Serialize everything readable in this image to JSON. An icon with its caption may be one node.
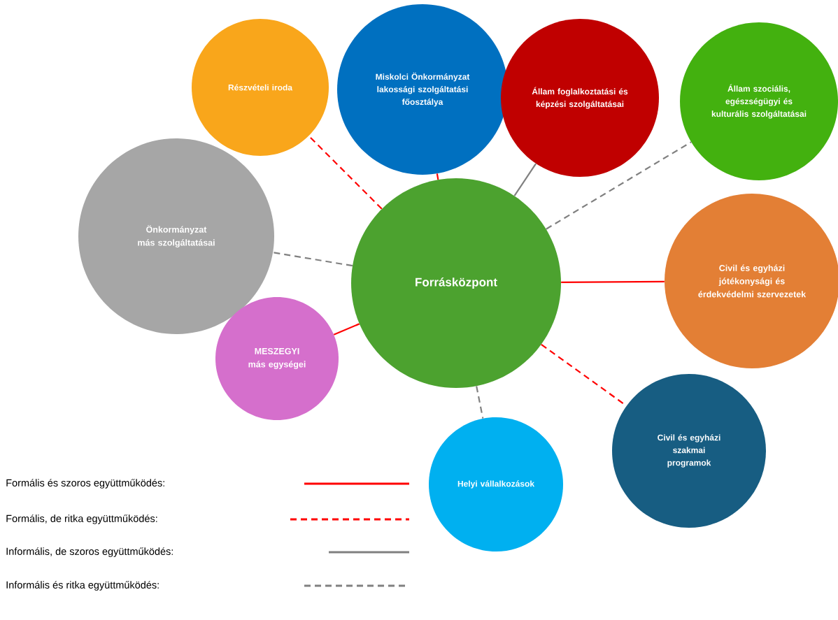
{
  "diagram": {
    "nodes": [
      {
        "text": [
          "Forrásközpont"
        ]
      },
      {
        "text": [
          "Részvételi iroda"
        ]
      },
      {
        "text": [
          "Miskolci Önkormányzat lakossági szolgáltatási főosztálya"
        ]
      },
      {
        "text": [
          "Állam foglalkoztatási és képzési szolgáltatásai"
        ]
      },
      {
        "text": [
          "Állam szociális, egészségügyi és kulturális szolgáltatásai"
        ]
      },
      {
        "text": [
          "Önkormányzat más szolgáltatásai"
        ]
      },
      {
        "text": [
          "Civil és egyházi jótékonysági és érdekvédelmi szervezetek"
        ]
      },
      {
        "text": [
          "MESZEGYI más egységei"
        ]
      },
      {
        "text": [
          "Civil és egyházi szakmai programok"
        ]
      },
      {
        "text": [
          "Helyi vállalkozások"
        ]
      }
    ],
    "edges": [
      {
        "from": 0,
        "to": 1,
        "arrow": "none",
        "style": "dashed"
      },
      {
        "from": 0,
        "to": 2,
        "arrow": "none"
      },
      {
        "from": 0,
        "to": 3,
        "arrow": "none",
        "color": "#808080"
      },
      {
        "from": 0,
        "to": 4,
        "arrow": "none",
        "style": "dashed",
        "color": "#808080"
      },
      {
        "from": 0,
        "to": 5,
        "arrow": "none",
        "style": "dashed",
        "color": "#808080"
      },
      {
        "from": 0,
        "to": 6,
        "arrow": "none"
      },
      {
        "from": 0,
        "to": 7,
        "arrow": "none"
      },
      {
        "from": 0,
        "to": 8,
        "arrow": "none",
        "style": "dashed"
      },
      {
        "from": 0,
        "to": 9,
        "arrow": "none",
        "style": "dashed",
        "color": "#808080"
      }
    ],
    "legend": [
      {
        "text": "Formális és szoros együttműködés:"
      },
      {
        "text": "Formális, de ritka együttműködés:"
      },
      {
        "text": "Informális, de szoros együttműködés:"
      },
      {
        "text": "Informális és ritka együttműködés:"
      }
    ]
  }
}
